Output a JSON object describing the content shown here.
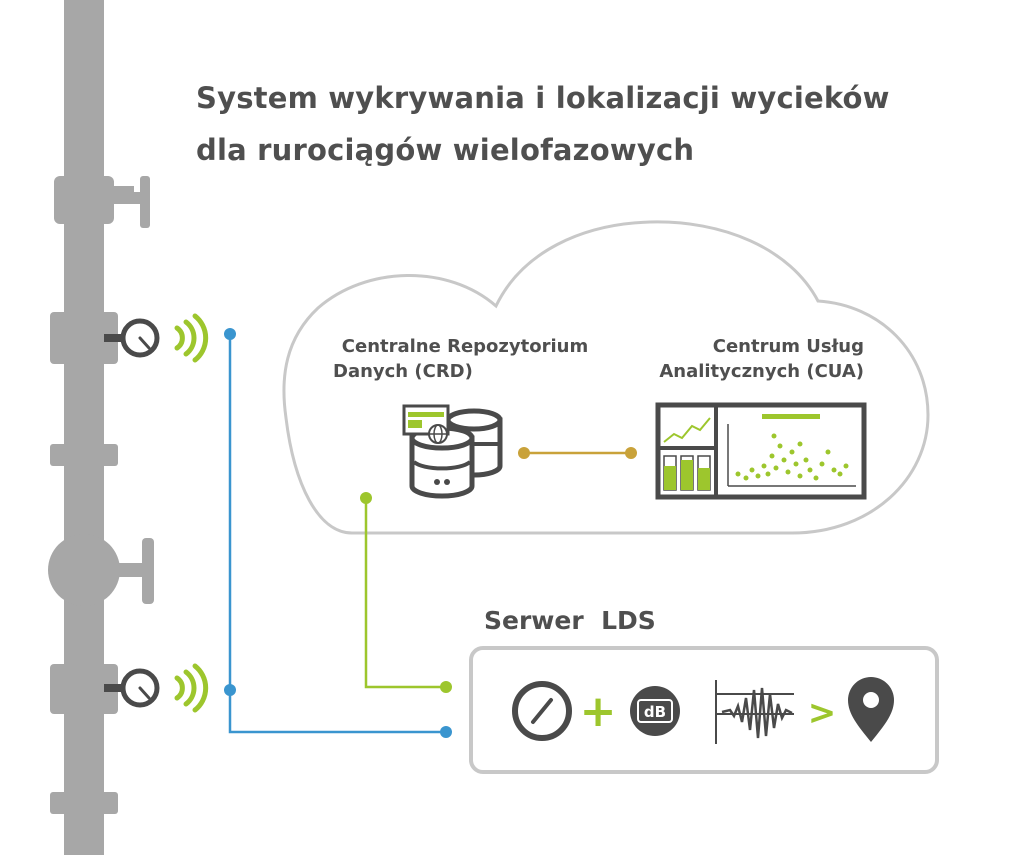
{
  "title": {
    "line1": "System wykrywania i lokalizacji wycieków",
    "line2": "dla rurociągów wielofazowych"
  },
  "cloud": {
    "crd": {
      "line1": "Centralne Repozytorium",
      "line2": "Danych (CRD)",
      "icon": "database-globe-icon"
    },
    "cua": {
      "line1": "Centrum Usług",
      "line2": "Analitycznych (CUA)",
      "icon": "analytics-dashboard-icon"
    }
  },
  "server": {
    "label": "Serwer  LDS",
    "gauge_icon": "pressure-gauge-icon",
    "plus": "+",
    "db_badge": "dB",
    "wave_icon": "acoustic-signal-icon",
    "arrow": ">",
    "location_icon": "location-pin-icon"
  },
  "colors": {
    "pipe": "#a7a7a7",
    "text": "#4f4f4f",
    "accent_green": "#9dc62d",
    "link_blue": "#3a95cf",
    "link_gold": "#c9a23a",
    "cloud_border": "#c8c8c8",
    "icon_dark": "#4a4a4a"
  }
}
